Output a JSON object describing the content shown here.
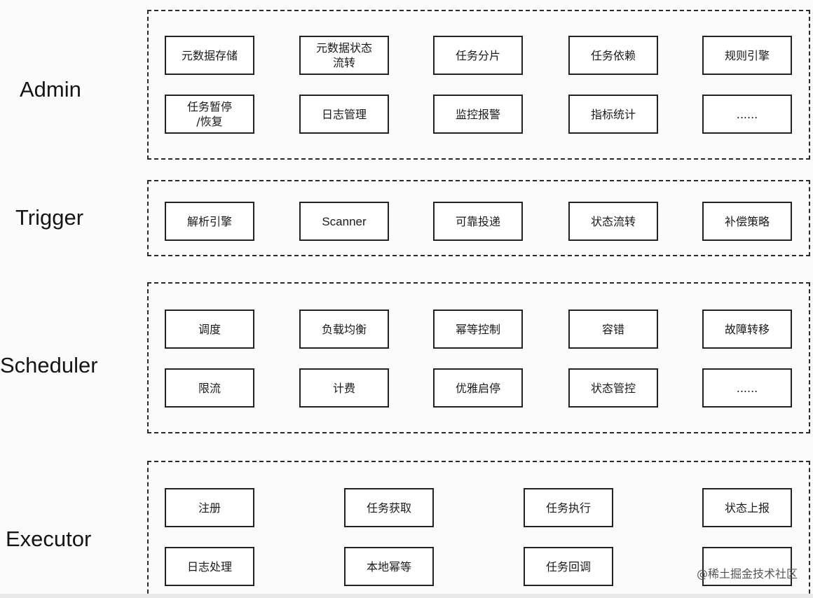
{
  "layers": {
    "admin": {
      "label": "Admin",
      "items": [
        "元数据存储",
        "元数据状态\n流转",
        "任务分片",
        "任务依赖",
        "规则引擎",
        "任务暂停\n/恢复",
        "日志管理",
        "监控报警",
        "指标统计",
        "......"
      ]
    },
    "trigger": {
      "label": "Trigger",
      "items": [
        "解析引擎",
        "Scanner",
        "可靠投递",
        "状态流转",
        "补偿策略"
      ]
    },
    "scheduler": {
      "label": "Scheduler",
      "items": [
        "调度",
        "负载均衡",
        "幂等控制",
        "容错",
        "故障转移",
        "限流",
        "计费",
        "优雅启停",
        "状态管控",
        "......"
      ]
    },
    "executor": {
      "label": "Executor",
      "items": [
        "注册",
        "任务获取",
        "任务执行",
        "状态上报",
        "日志处理",
        "本地幂等",
        "任务回调",
        ""
      ]
    }
  },
  "watermark": "@稀土掘金技术社区",
  "colors": {
    "border": "#222222",
    "box_fill": "#ffffff",
    "text": "#1a1a1a"
  }
}
